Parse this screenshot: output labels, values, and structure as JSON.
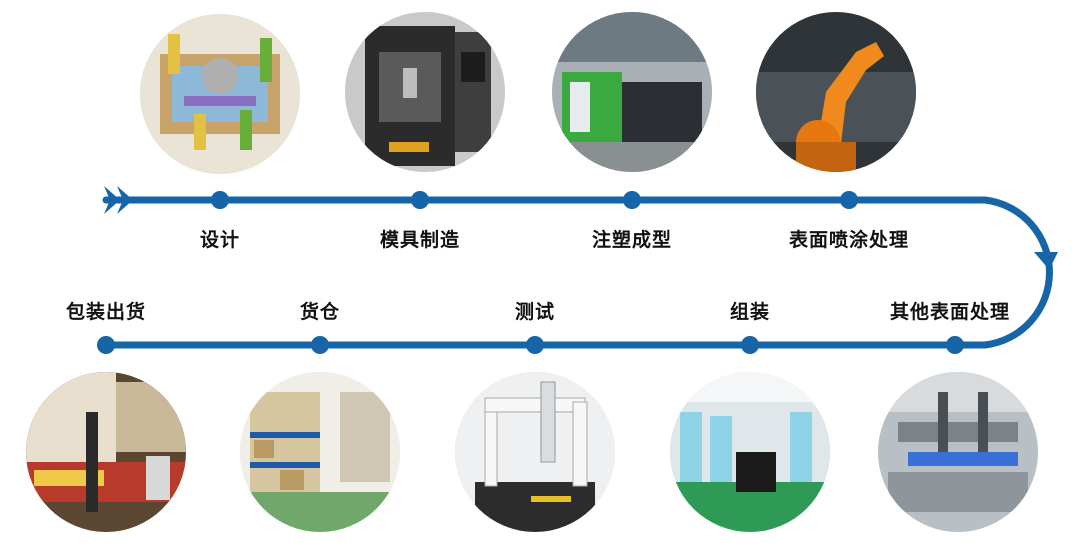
{
  "colors": {
    "line": "#1565a8",
    "text": "#111111"
  },
  "top_row": [
    {
      "label": "设计",
      "photo": "mold-design-render"
    },
    {
      "label": "模具制造",
      "photo": "cnc-machine"
    },
    {
      "label": "注塑成型",
      "photo": "injection-molding-machine"
    },
    {
      "label": "表面喷涂处理",
      "photo": "spray-robot-arm"
    }
  ],
  "bottom_row": [
    {
      "label": "包装出货",
      "photo": "truck-loading"
    },
    {
      "label": "货仓",
      "photo": "warehouse-shelves"
    },
    {
      "label": "测试",
      "photo": "cmm-measuring-machine"
    },
    {
      "label": "组装",
      "photo": "cleanroom-assembly"
    },
    {
      "label": "其他表面处理",
      "photo": "surface-treatment-line"
    }
  ]
}
